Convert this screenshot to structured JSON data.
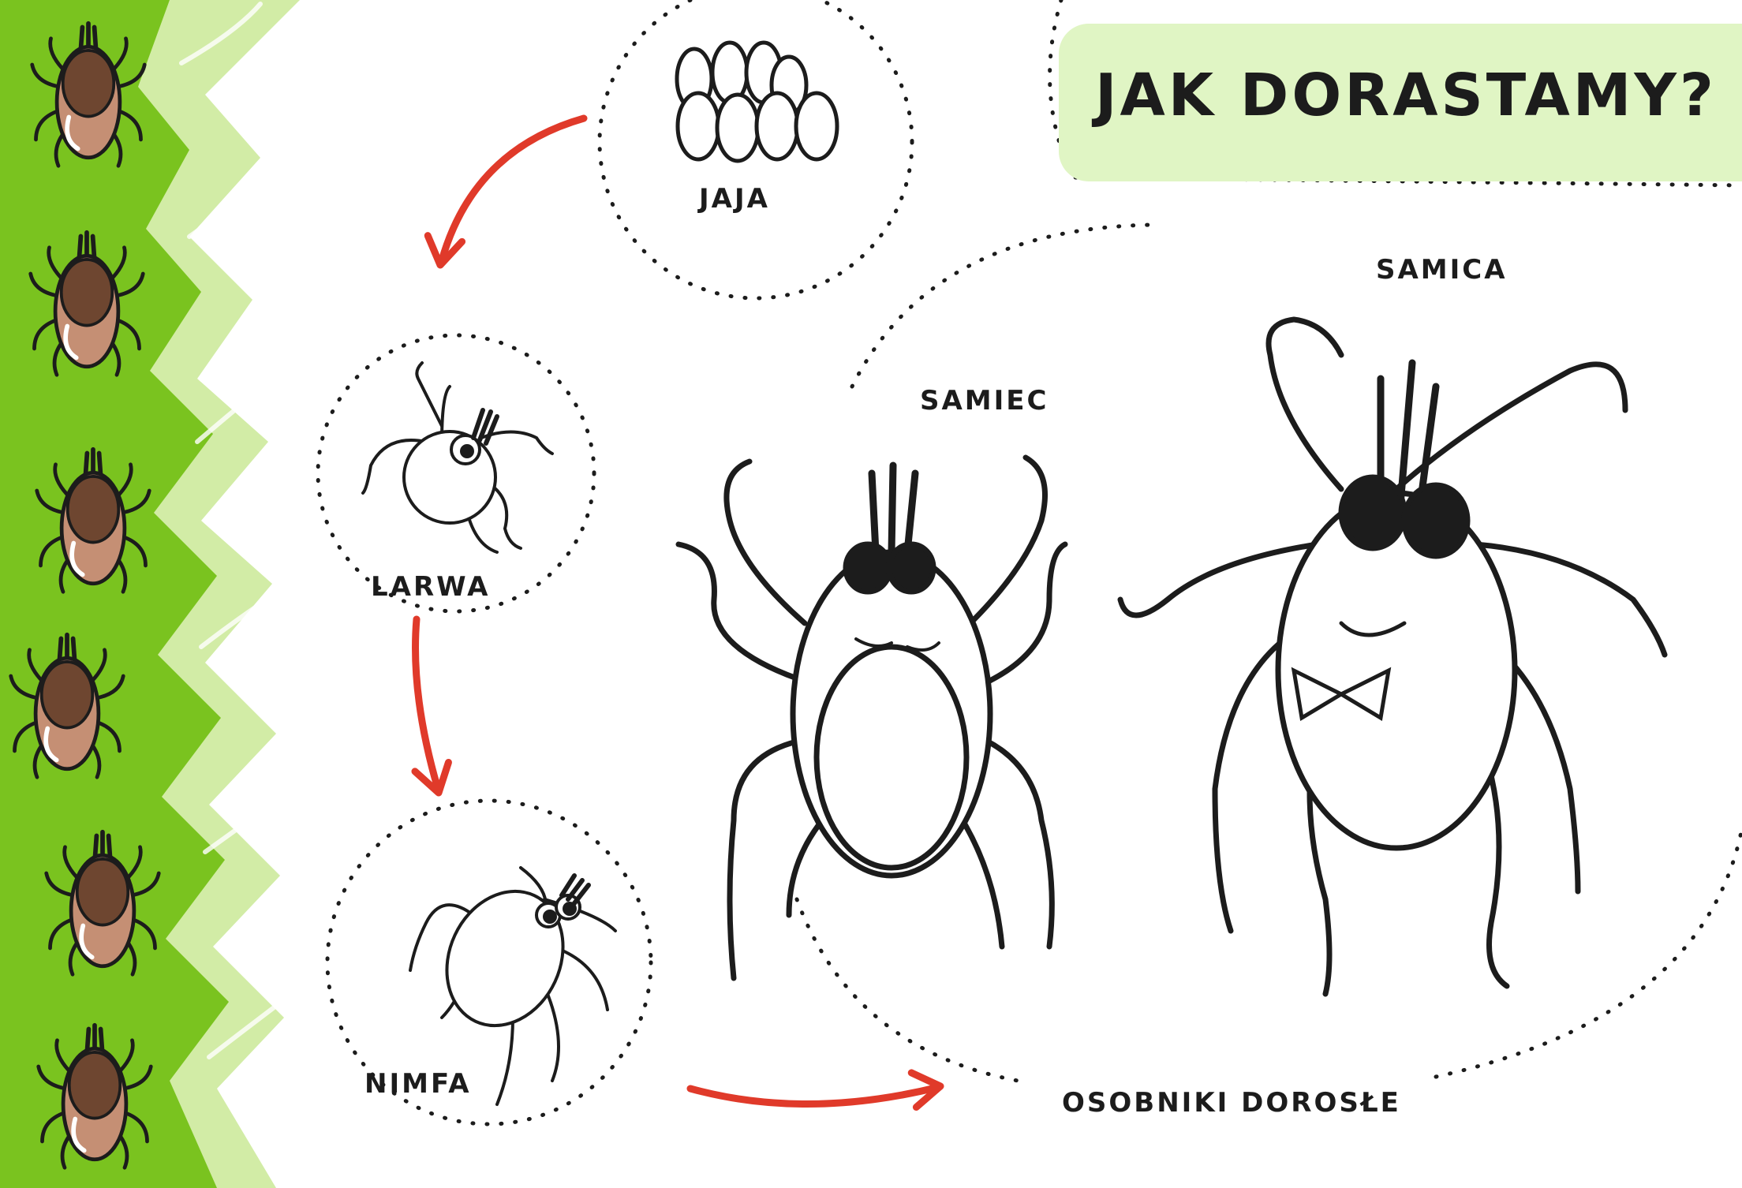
{
  "title": "JAK DORASTAMY?",
  "stages": {
    "eggs": "JAJA",
    "larva": "LARWA",
    "nymph": "NIMFA",
    "adults": "OSOBNIKI DOROSŁE",
    "male": "SAMIEC",
    "female": "SAMICA"
  },
  "colors": {
    "grass_dark": "#7ac31f",
    "grass_light": "#d2eca6",
    "title_bg": "#e0f5c4",
    "arrow": "#e03a2a",
    "tick_body": "#c58f74",
    "tick_shield": "#6e4630",
    "ink": "#1c1c1c"
  },
  "icons": [
    "tick-icon",
    "egg-cluster-icon",
    "larva-tick-icon",
    "nymph-tick-icon",
    "male-tick-icon",
    "female-tick-icon",
    "red-arrow-icon"
  ]
}
